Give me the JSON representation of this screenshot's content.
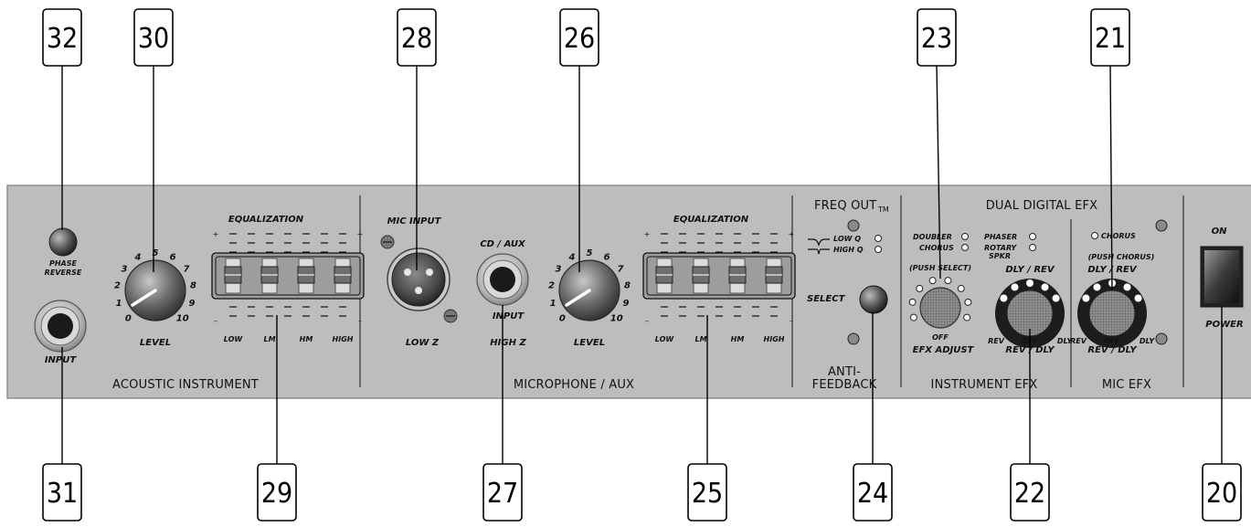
{
  "callouts": {
    "top": [
      "32",
      "30",
      "28",
      "26",
      "23",
      "21"
    ],
    "bottom": [
      "31",
      "29",
      "27",
      "25",
      "24",
      "22",
      "20"
    ]
  },
  "sections": {
    "acoustic": "ACOUSTIC INSTRUMENT",
    "mic_aux": "MICROPHONE / AUX",
    "anti_feedback_1": "ANTI-",
    "anti_feedback_2": "FEEDBACK",
    "instrument_efx": "INSTRUMENT EFX",
    "mic_efx": "MIC EFX",
    "freq_out": "FREQ OUT",
    "freq_out_tm": "TM",
    "dual_digital": "DUAL DIGITAL EFX"
  },
  "labels": {
    "phase_reverse_1": "PHASE",
    "phase_reverse_2": "REVERSE",
    "input": "INPUT",
    "level": "LEVEL",
    "equalization": "EQUALIZATION",
    "mic_input": "MIC INPUT",
    "low_z": "LOW Z",
    "cd_aux": "CD / AUX",
    "high_z": "HIGH Z",
    "low_q": "LOW Q",
    "high_q": "HIGH Q",
    "select": "SELECT",
    "doubler": "DOUBLER",
    "chorus": "CHORUS",
    "phaser": "PHASER",
    "rotary": "ROTARY",
    "spkr": "SPKR",
    "push_select": "(PUSH SELECT)",
    "off": "OFF",
    "efx_adjust": "EFX ADJUST",
    "dly_rev": "DLY / REV",
    "rev": "REV",
    "dly": "DLY",
    "rev_dly": "REV / DLY",
    "push_chorus": "(PUSH CHORUS)",
    "on": "ON",
    "power": "POWER",
    "plus": "+",
    "minus": "–"
  },
  "eq_bands": [
    "LOW",
    "LM",
    "HM",
    "HIGH"
  ],
  "level_scale": [
    "0",
    "1",
    "2",
    "3",
    "4",
    "5",
    "6",
    "7",
    "8",
    "9",
    "10"
  ]
}
